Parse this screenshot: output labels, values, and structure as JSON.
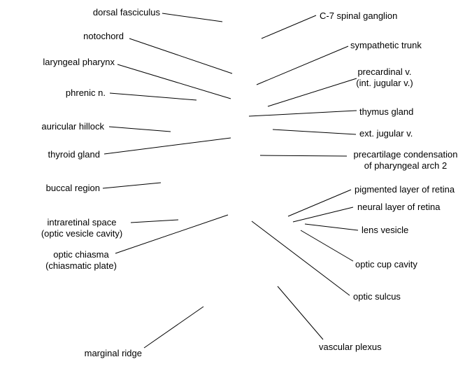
{
  "labels": {
    "dorsal_fasciculus": "dorsal fasciculus",
    "notochord": "notochord",
    "laryngeal_pharynx": "laryngeal pharynx",
    "phrenic_n": "phrenic n.",
    "auricular_hillock": "auricular hillock",
    "thyroid_gland": "thyroid gland",
    "buccal_region": "buccal region",
    "intraretinal_space_1": "intraretinal space",
    "intraretinal_space_2": "(optic vesicle cavity)",
    "optic_chiasma_1": "optic chiasma",
    "optic_chiasma_2": "(chiasmatic plate)",
    "marginal_ridge": "marginal ridge",
    "c7_spinal_ganglion": "C-7 spinal ganglion",
    "sympathetic_trunk": "sympathetic trunk",
    "precardinal_v_1": "precardinal v.",
    "precardinal_v_2": "(int. jugular v.)",
    "thymus_gland": "thymus gland",
    "ext_jugular_v": "ext. jugular v.",
    "precartilage_1": "precartilage condensation",
    "precartilage_2": "of pharyngeal arch 2",
    "pigmented_layer": "pigmented layer of retina",
    "neural_layer": "neural layer of retina",
    "lens_vesicle": "lens vesicle",
    "optic_cup_cavity": "optic cup cavity",
    "optic_sulcus": "optic sulcus",
    "vascular_plexus": "vascular plexus"
  }
}
